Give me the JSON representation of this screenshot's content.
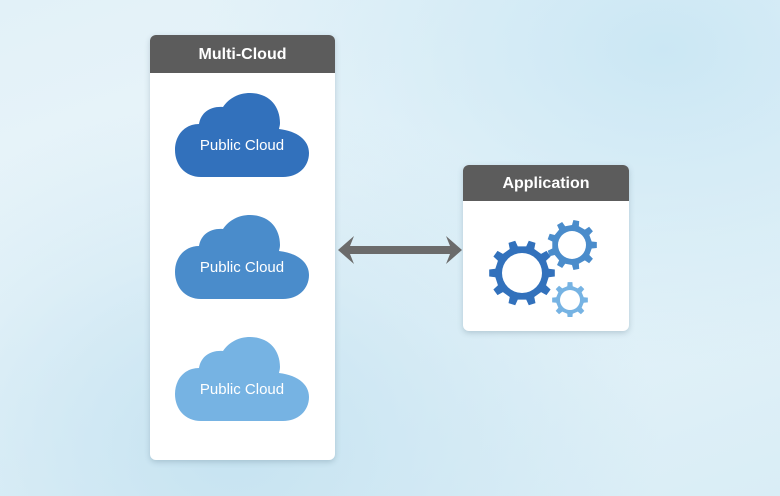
{
  "multi_cloud": {
    "title": "Multi-Cloud",
    "clouds": [
      {
        "label": "Public Cloud",
        "color": "#3271bc"
      },
      {
        "label": "Public Cloud",
        "color": "#4a8ccb"
      },
      {
        "label": "Public Cloud",
        "color": "#76b3e3"
      }
    ]
  },
  "application": {
    "title": "Application",
    "gears": [
      {
        "name": "large",
        "color": "#3271bc"
      },
      {
        "name": "medium",
        "color": "#4a8ccb"
      },
      {
        "name": "small",
        "color": "#76b3e3"
      }
    ]
  },
  "connector": {
    "type": "bidirectional-arrow",
    "color": "#6b6b6b"
  },
  "header_color": "#5c5c5c"
}
